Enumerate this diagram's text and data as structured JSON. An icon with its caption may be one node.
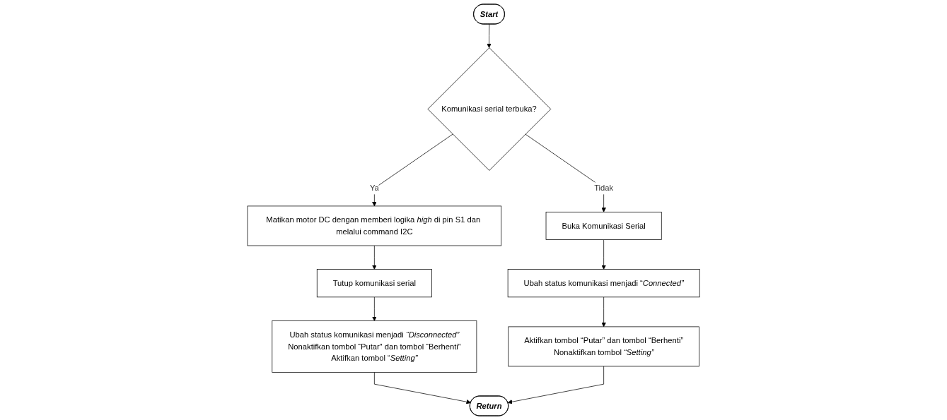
{
  "diagram": {
    "nodes": [
      {
        "text": [
          "Start"
        ]
      },
      {
        "text": [
          "Komunikasi serial terbuka?"
        ]
      },
      {
        "text": [
          "Matikan motor DC dengan memberi logika *high* di pin S1 dan melalui command I2C"
        ]
      },
      {
        "text": [
          "Buka Komunikasi Serial"
        ]
      },
      {
        "text": [
          "Tutup komunikasi serial"
        ]
      },
      {
        "text": [
          "Ubah status komunikasi menjadi “*Connected”*"
        ]
      },
      {
        "text": [
          "Ubah status komunikasi menjadi *“Disconnected”*",
          "Nonaktifkan tombol “Putar” dan tombol “Berhenti”",
          "Aktifkan tombol “*Setting”*"
        ]
      },
      {
        "text": [
          "Aktifkan tombol “Putar” dan tombol “Berhenti”",
          "Nonaktifkan tombol *“Setting”*"
        ]
      },
      {
        "text": [
          "Return"
        ]
      }
    ],
    "edges": [
      {
        "from": 0,
        "to": 1,
        "arrow": "to"
      },
      {
        "from": 1,
        "to": 2,
        "label": "Ya",
        "arrow": "to"
      },
      {
        "from": 1,
        "to": 3,
        "label": "Tidak",
        "arrow": "to"
      },
      {
        "from": 2,
        "to": 4,
        "arrow": "to"
      },
      {
        "from": 4,
        "to": 6,
        "arrow": "to"
      },
      {
        "from": 3,
        "to": 5,
        "arrow": "to"
      },
      {
        "from": 5,
        "to": 7,
        "arrow": "to"
      },
      {
        "from": 6,
        "to": 8,
        "arrow": "to"
      },
      {
        "from": 7,
        "to": 8,
        "arrow": "to"
      }
    ]
  }
}
